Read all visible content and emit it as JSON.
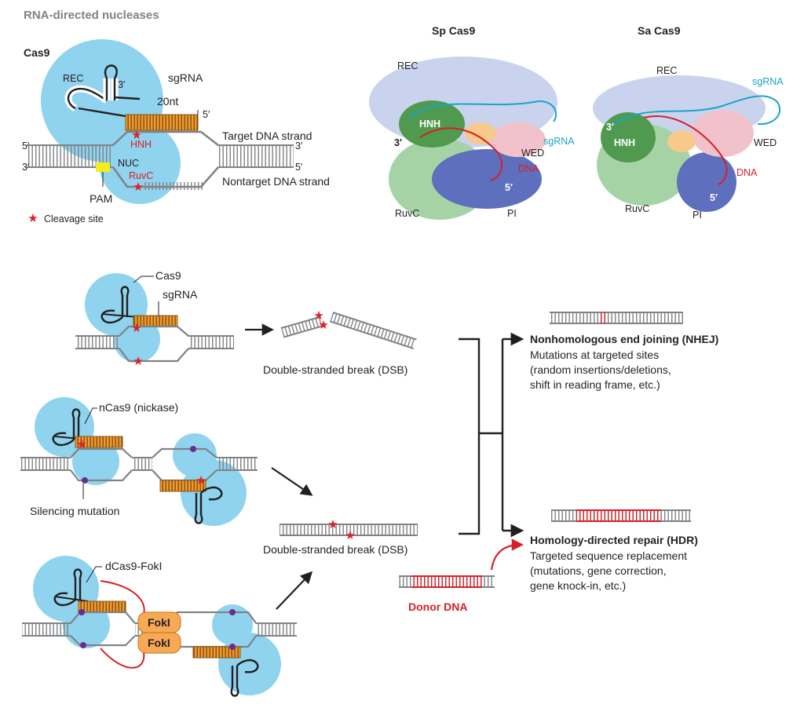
{
  "colors": {
    "cas9_blue": "#8fd3ee",
    "sgrna_orange": "#f39a2a",
    "cleavage_red": "#e0202b",
    "pam_yellow": "#f4ec1c",
    "dna_gray": "#808285",
    "heading_gray": "#808285",
    "fokI_orange": "#f7a954",
    "silencing_purple": "#6a2c91",
    "donor_red": "#d71f26",
    "rec_lavender": "#c9d3ee",
    "hnh_green": "#4f9a4f",
    "ruvc_green": "#a6d3a5",
    "pi_blue": "#5d6fbd",
    "wed_pink": "#f2c2cb"
  },
  "header": {
    "title": "RNA-directed nucleases"
  },
  "cas9_panel": {
    "title": "Cas9",
    "rec": "REC",
    "three_prime_rna": "3′",
    "sgrna": "sgRNA",
    "twenty_nt": "20nt",
    "five_prime_rna": "5′",
    "hnh": "HNH",
    "nuc": "NUC",
    "ruvc": "RuvC",
    "pam": "PAM",
    "target_strand": "Target DNA strand",
    "nontarget_strand": "Nontarget DNA strand",
    "left_5": "5′",
    "left_3": "3′",
    "right_3": "3′",
    "right_5": "5′",
    "legend_cleavage": "Cleavage site"
  },
  "sp_structure": {
    "title": "Sp Cas9",
    "rec": "REC",
    "hnh": "HNH",
    "three_prime": "3′",
    "sgrna": "sgRNA",
    "wed": "WED",
    "dna": "DNA",
    "five_prime": "5′",
    "ruvc": "RuvC",
    "pi": "PI"
  },
  "sa_structure": {
    "title": "Sa Cas9",
    "rec": "REC",
    "sgrna": "sgRNA",
    "three_prime": "3′",
    "hnh": "HNH",
    "wed": "WED",
    "dna": "DNA",
    "five_prime": "5′",
    "ruvc": "RuvC",
    "pi": "PI"
  },
  "workflow": {
    "cas9_label": "Cas9",
    "sgrna_label": "sgRNA",
    "nickase_label": "nCas9 (nickase)",
    "silencing_label": "Silencing mutation",
    "dcas9_label": "dCas9-FokI",
    "foki_top": "FokI",
    "foki_bottom": "FokI",
    "dsb_top": "Double-stranded break (DSB)",
    "dsb_bottom": "Double-stranded break (DSB)",
    "donor_label": "Donor DNA"
  },
  "outcomes": {
    "nhej": {
      "title": "Nonhomologous end joining (NHEJ)",
      "line1": "Mutations at targeted sites",
      "line2": "(random insertions/deletions,",
      "line3": "shift in reading frame, etc.)"
    },
    "hdr": {
      "title": "Homology-directed repair (HDR)",
      "line1": "Targeted sequence replacement",
      "line2": "(mutations, gene correction,",
      "line3": "gene knock-in, etc.)"
    }
  }
}
